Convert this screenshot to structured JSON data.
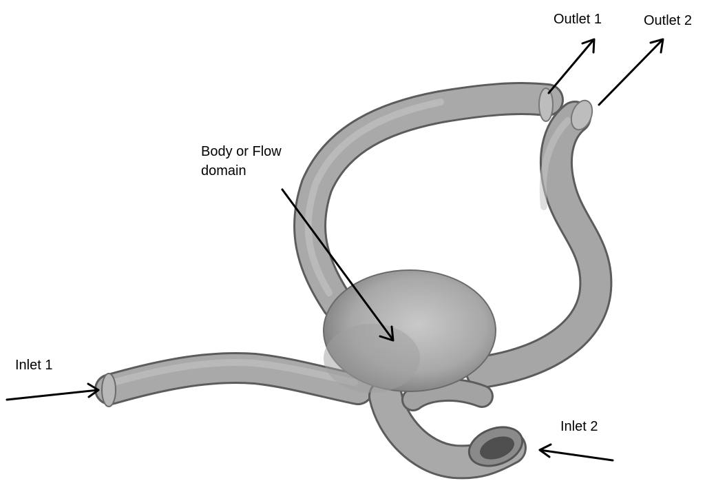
{
  "labels": {
    "outlet1": "Outlet 1",
    "outlet2": "Outlet 2",
    "body_line1": "Body or Flow",
    "body_line2": "domain",
    "inlet1": "Inlet 1",
    "inlet2": "Inlet 2"
  },
  "colors": {
    "vessel_fill": "#a9a9a9",
    "vessel_shadow": "#5c5c5c",
    "arrow": "#000000",
    "text": "#000000"
  }
}
